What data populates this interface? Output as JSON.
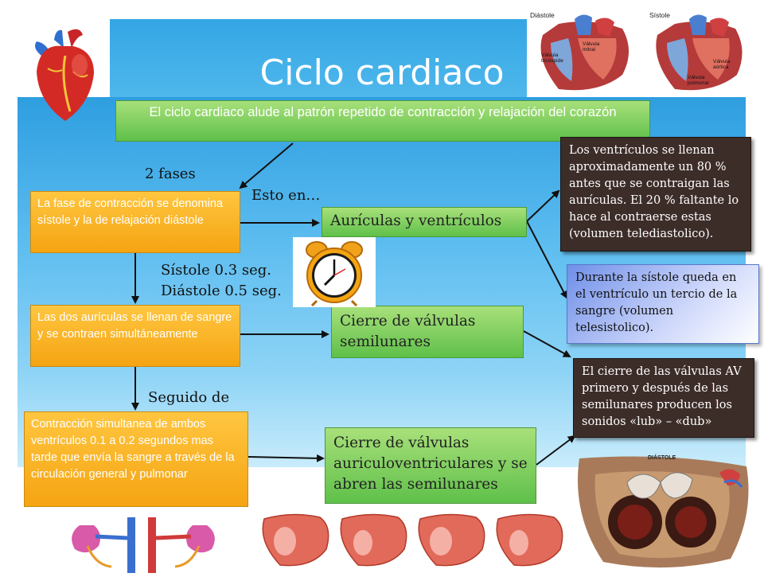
{
  "title": "Ciclo cardiaco",
  "definition": "El ciclo cardiaco alude al patrón repetido de contracción y relajación del corazón",
  "labels": {
    "phases": "2 fases",
    "esto_en": "Esto en…",
    "sistole": "Sístole 0.3 seg.",
    "diastole": "Diástole 0.5 seg.",
    "seguido": "Seguido de"
  },
  "steps": [
    "La fase de contracción se denomina sístole  y la de relajación diástole",
    "Las dos aurículas se llenan de sangre y se contraen simultáneamente",
    "Contracción simultanea de ambos ventrículos 0.1 a 0.2 segundos mas tarde que envía la sangre a través de la circulación general y pulmonar"
  ],
  "events": [
    "Aurículas y ventrículos",
    "Cierre de válvulas semilunares",
    "Cierre de válvulas auriculoventriculares y se abren las semilunares"
  ],
  "notes": [
    "Los ventrículos se llenan aproximadamente un 80 % antes que se contraigan las aurículas. El 20 % faltante lo hace  al contraerse estas (volumen telediastolico).",
    "Durante la sístole queda en el ventrículo un tercio de la sangre (volumen telesistolico).",
    "El cierre de las válvulas AV primero y después de las semilunares producen los sonidos «lub» – «dub»"
  ],
  "images": {
    "diastole_label": "Diástole",
    "sistole_label": "Sístole",
    "valve_tricuspid": "Válvula tricúspide",
    "valve_mitral": "Válvula mitral",
    "valve_aortic": "Válvula aórtica",
    "valve_pulmonar": "Válvula pulmonar",
    "diastole_caps": "DIÁSTOLE"
  },
  "colors": {
    "step_fill": "#f5a412",
    "event_fill": "#5fc04a",
    "note_dark": "#3d2d29",
    "note_blue": "#6f8fe8",
    "background_blue": "#2e9ee0"
  }
}
